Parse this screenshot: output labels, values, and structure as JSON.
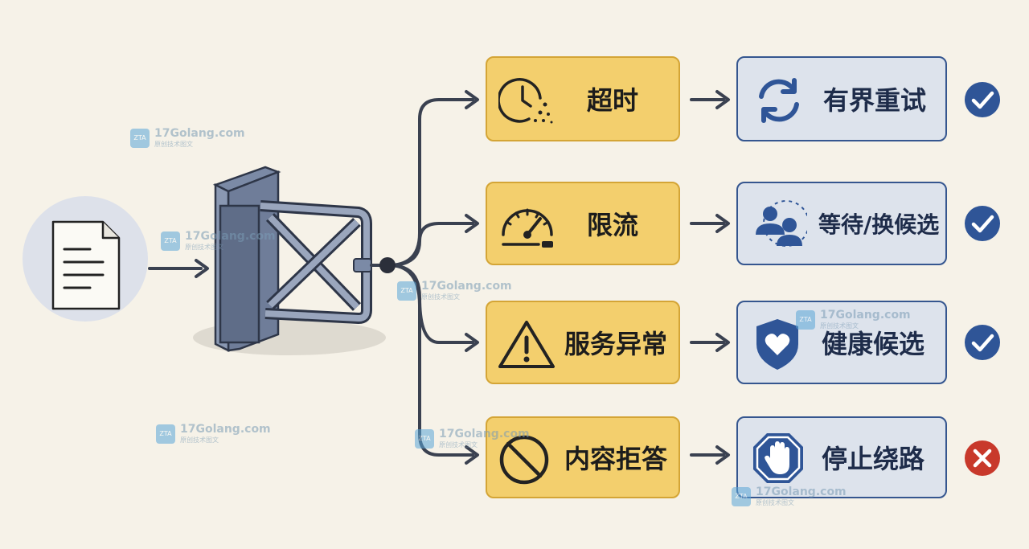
{
  "colors": {
    "background": "#f6f2e8",
    "case_fill": "#f3cf6d",
    "case_border": "#d4a536",
    "action_fill": "#dde3ec",
    "action_border": "#35568f",
    "success": "#2f5597",
    "failure": "#c8392b",
    "line": "#3a4150"
  },
  "rows": [
    {
      "case": "超时",
      "case_icon": "clock-icon",
      "action": "有界重试",
      "action_icon": "refresh-icon",
      "status": "success",
      "status_icon": "check-circle-icon"
    },
    {
      "case": "限流",
      "case_icon": "speedometer-icon",
      "action": "等待/换候选",
      "action_icon": "users-icon",
      "status": "success",
      "status_icon": "check-circle-icon"
    },
    {
      "case": "服务异常",
      "case_icon": "warning-icon",
      "action": "健康候选",
      "action_icon": "shield-heart-icon",
      "status": "success",
      "status_icon": "check-circle-icon"
    },
    {
      "case": "内容拒答",
      "case_icon": "prohibited-icon",
      "action": "停止绕路",
      "action_icon": "stop-hand-icon",
      "status": "failure",
      "status_icon": "x-circle-icon"
    }
  ],
  "source_icon": "document-icon",
  "gate_icon": "turnstile-gate-icon",
  "watermark": {
    "logo_text": "ZTA",
    "site": "17Golang.com",
    "sub": "原创技术图文"
  }
}
